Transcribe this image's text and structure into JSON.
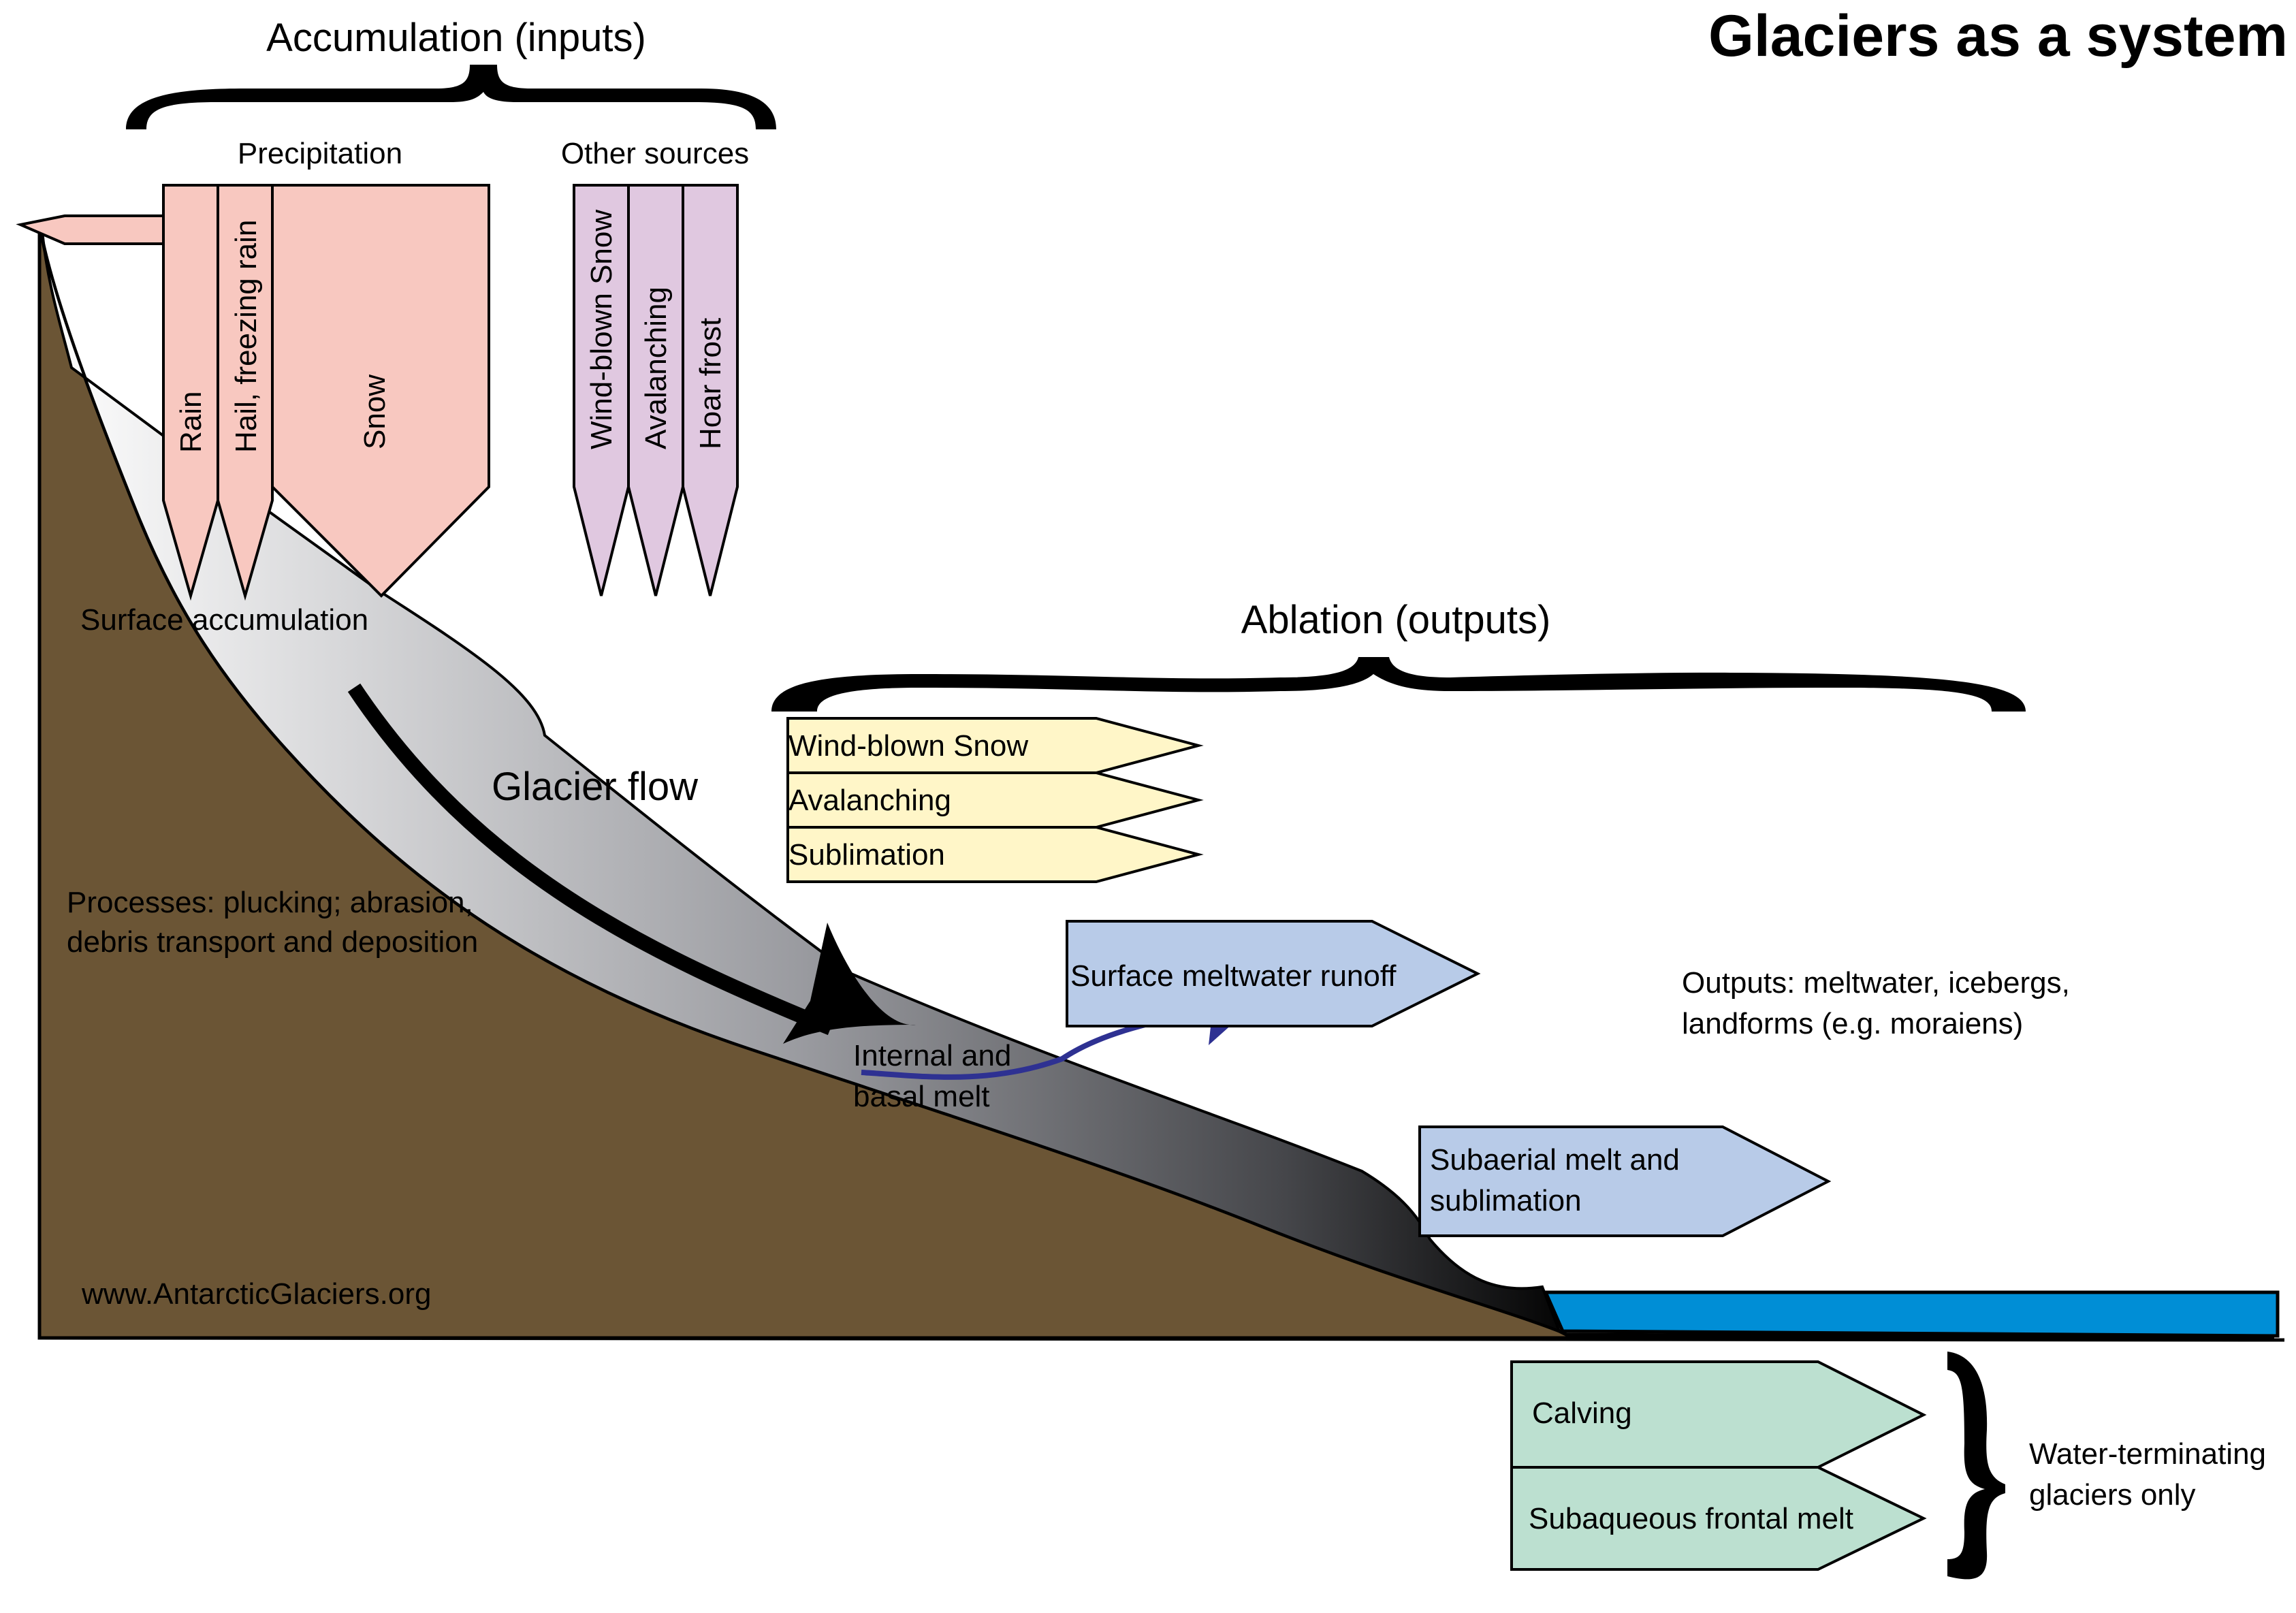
{
  "title": "Glaciers as a system",
  "accumulation": {
    "heading": "Accumulation (inputs)",
    "precipitation_label": "Precipitation",
    "other_sources_label": "Other sources",
    "precipitation_items": [
      "Rain",
      "Hail, freezing rain",
      "Snow"
    ],
    "other_items": [
      "Wind-blown Snow",
      "Avalanching",
      "Hoar frost"
    ],
    "surface_label": "Surface accumulation"
  },
  "ablation": {
    "heading": "Ablation (outputs)",
    "surface_items": [
      "Wind-blown Snow",
      "Avalanching",
      "Sublimation"
    ],
    "meltwater_runoff": "Surface meltwater runoff",
    "internal_melt": [
      "Internal and",
      "basal melt"
    ],
    "subaerial": [
      "Subaerial melt and",
      "sublimation"
    ],
    "water_items": [
      "Calving",
      "Subaqueous frontal melt"
    ],
    "water_note": [
      "Water-terminating",
      "glaciers only"
    ]
  },
  "glacier_flow_label": "Glacier flow",
  "processes": [
    "Processes: plucking; abrasion,",
    "debris transport and deposition"
  ],
  "outputs_note": [
    "Outputs: meltwater, icebergs,",
    "landforms (e.g. moraiens)"
  ],
  "website": "www.AntarcticGlaciers.org",
  "colors": {
    "bedrock": "#6b5535",
    "precipitation": "#f8c8c0",
    "other_sources": "#e0c8e0",
    "surface_ablation": "#fff6c8",
    "melt_ablation": "#b8cbe8",
    "water_ablation": "#bce0d0",
    "water": "#008ed6",
    "meltwater_arrow": "#2e3192"
  }
}
